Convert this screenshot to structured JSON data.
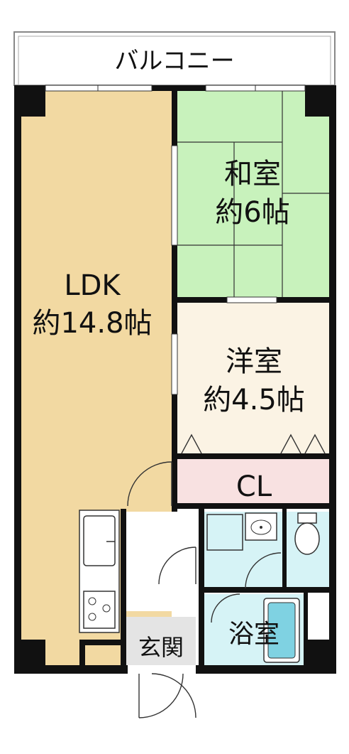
{
  "rooms": {
    "balcony": {
      "name": "バルコニー"
    },
    "ldk": {
      "name": "LDK",
      "size": "約14.8帖"
    },
    "washitsu": {
      "name": "和室",
      "size": "約6帖"
    },
    "youshitsu": {
      "name": "洋室",
      "size": "約4.5帖"
    },
    "closet": {
      "name": "CL"
    },
    "bath": {
      "name": "浴室"
    },
    "entrance": {
      "name": "玄関"
    }
  },
  "colors": {
    "ldk": "#f2d9a2",
    "washitsu": "#c8f2bc",
    "youshitsu": "#fbf3e4",
    "closet": "#f8e1e1",
    "wet_area": "#d6f3f6",
    "bathtub": "#7fd2e2",
    "entrance": "#e4e4e4",
    "wall": "#111111"
  }
}
